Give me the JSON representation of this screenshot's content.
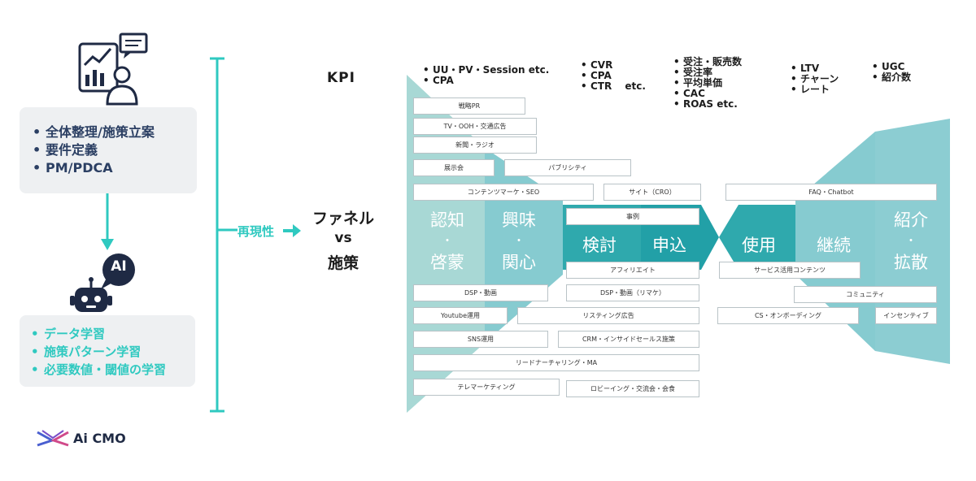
{
  "left": {
    "human_tasks": [
      "全体整理/施策立案",
      "要件定義",
      "PM/PDCA"
    ],
    "ai_badge": "AI",
    "ai_tasks": [
      "データ学習",
      "施策パターン学習",
      "必要数値・閾値の学習"
    ],
    "logo_text": "Ai CMO"
  },
  "center": {
    "reproducibility": "再現性",
    "funnel_title_line1": "ファネル",
    "funnel_title_line2": "vs",
    "funnel_title_line3": "施策"
  },
  "kpi": {
    "label": "KPI",
    "groups": [
      [
        "UU・PV・Session etc.",
        "CPA"
      ],
      [
        "CVR",
        "CPA",
        "CTR　 etc."
      ],
      [
        "受注・販売数",
        "受注率",
        "平均単価",
        "CAC",
        "ROAS etc."
      ],
      [
        "LTV",
        "チャーン",
        "レート"
      ],
      [
        "UGC",
        "紹介数"
      ]
    ]
  },
  "stages": {
    "awareness": [
      "認知",
      "・",
      "啓蒙"
    ],
    "interest": [
      "興味",
      "・",
      "関心"
    ],
    "consideration": "検討",
    "application": "申込",
    "usage": "使用",
    "continuation": "継続",
    "referral": [
      "紹介",
      "・",
      "拡散"
    ]
  },
  "tactics": {
    "strategic_pr": "戦略PR",
    "tv_ooh": "TV・OOH・交通広告",
    "newspaper_radio": "新聞・ラジオ",
    "exhibition": "展示会",
    "publicity": "パブリシティ",
    "content_marketing": "コンテンツマーケ・SEO",
    "site_cro": "サイト（CRO）",
    "faq_chatbot": "FAQ・Chatbot",
    "case_studies": "事例",
    "affiliate": "アフィリエイト",
    "service_content": "サービス活用コンテンツ",
    "dsp_video": "DSP・動画",
    "dsp_video_remarketing": "DSP・動画（リマケ）",
    "community": "コミュニティ",
    "youtube": "Youtube運用",
    "listing_ads": "リスティング広告",
    "cs_onboarding": "CS・オンボーディング",
    "incentive": "インセンティブ",
    "sns": "SNS運用",
    "crm_insidesales": "CRM・インサイドセールス施策",
    "lead_nurturing": "リードナーチャリング・MA",
    "telemarketing": "テレマーケティング",
    "lobbying": "ロビーイング・交流会・会食"
  },
  "colors": {
    "navy": "#2b3f63",
    "cyan": "#2fc9c0",
    "awareness": "#a8d8d5",
    "interest": "#86cbd0",
    "consideration": "#2fa9ad",
    "application": "#22a0a7",
    "right_funnel": "#8ccdd2"
  }
}
